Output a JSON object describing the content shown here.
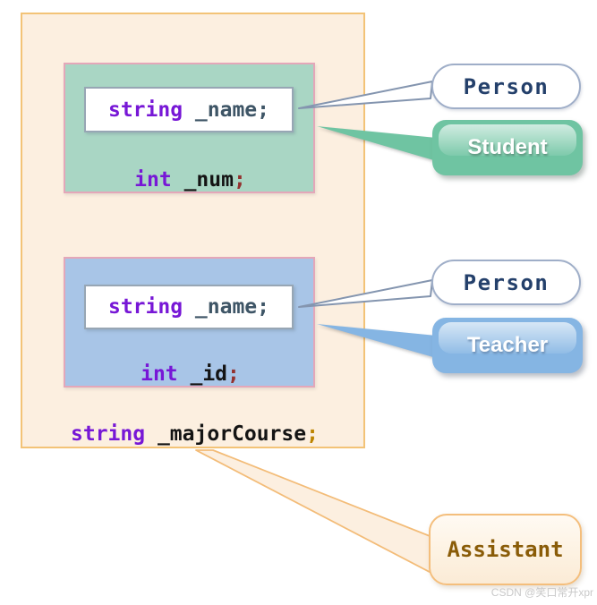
{
  "fields": {
    "student_name": {
      "kw": "string",
      "id": " _name",
      "semi": ";"
    },
    "student_num": {
      "kw": "int",
      "id": " _num",
      "semi": ";"
    },
    "teacher_name": {
      "kw": "string",
      "id": " _name",
      "semi": ";"
    },
    "teacher_id": {
      "kw": "int",
      "id": " _id",
      "semi": ";"
    },
    "assistant_course": {
      "kw": "string",
      "id": " _majorCourse",
      "semi": ";"
    }
  },
  "bubbles": {
    "person_student": "Person",
    "student": "Student",
    "person_teacher": "Person",
    "teacher": "Teacher",
    "assistant": "Assistant"
  },
  "watermark": {
    "text": "CSDN @笑口常开xpr"
  },
  "colors": {
    "outer_region_fill": "#FCEFE0",
    "outer_region_border": "#F3C377",
    "student_region_fill": "#A9D6C4",
    "teacher_region_fill": "#A8C5E7",
    "region_border_pink": "#E4A7B9",
    "person_subobject_border": "#97A6B4",
    "keyword_purple": "#7717D6",
    "member_slate": "#3E5566",
    "semicolon_red": "#93312F",
    "semicolon_gold": "#BD8400",
    "person_bubble_border": "#9FAEC8",
    "person_text": "#24406B",
    "student_bubble_green": "#6FC4A2",
    "teacher_bubble_blue": "#85B5E3",
    "assistant_bubble_border": "#F4BE7C",
    "assistant_text": "#8A5C08"
  }
}
